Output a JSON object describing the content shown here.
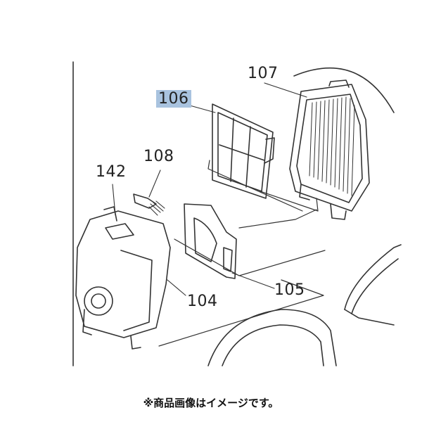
{
  "labels": {
    "p106": "106",
    "p107": "107",
    "p108": "108",
    "p142": "142",
    "p104": "104",
    "p105": "105"
  },
  "highlighted_part": "106",
  "caption": "※商品画像はイメージです。",
  "colors": {
    "line": "#333333",
    "highlight": "#a9c3df",
    "text": "#222222"
  }
}
